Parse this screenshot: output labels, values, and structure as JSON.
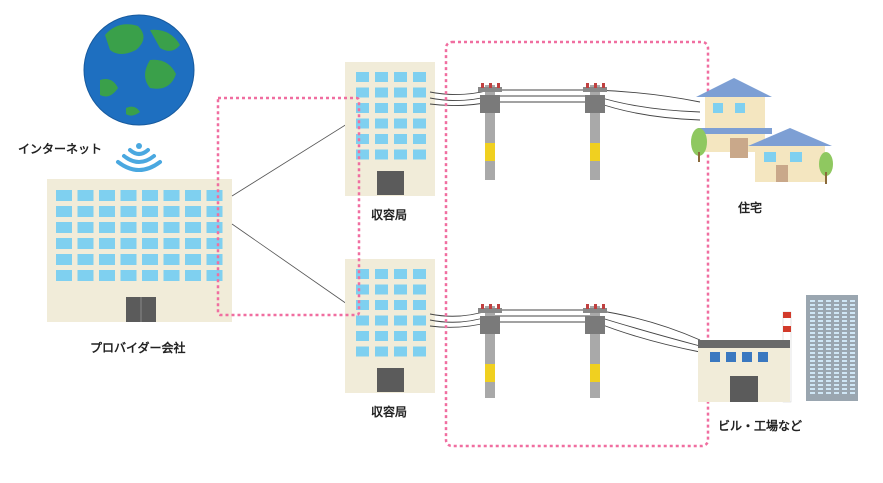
{
  "labels": {
    "internet": "インターネット",
    "provider": "プロバイダー会社",
    "central_office_1": "収容局",
    "central_office_2": "収容局",
    "residences": "住宅",
    "buildings_factories": "ビル・工場など"
  },
  "icons": {
    "globe": "globe-icon",
    "wifi": "wifi-signal-icon",
    "provider_building": "office-building-icon",
    "central_office": "telecom-building-icon",
    "utility_pole": "utility-pole-icon",
    "house": "house-icon",
    "factory": "factory-icon",
    "skyscraper": "skyscraper-icon"
  },
  "colors": {
    "highlight_dash": "#f06ea0",
    "building_wall": "#f1ecd9",
    "window": "#7fd0f0",
    "ocean": "#1e6fc0",
    "land": "#3aa04a",
    "wifi": "#4aa8e0",
    "pole": "#a9a9a9",
    "pole_band": "#f0d020",
    "house_roof": "#7d9fd4",
    "house_wall": "#f4e6c0",
    "skyscraper": "#9aa6b0",
    "chimney": "#d23a2a"
  }
}
